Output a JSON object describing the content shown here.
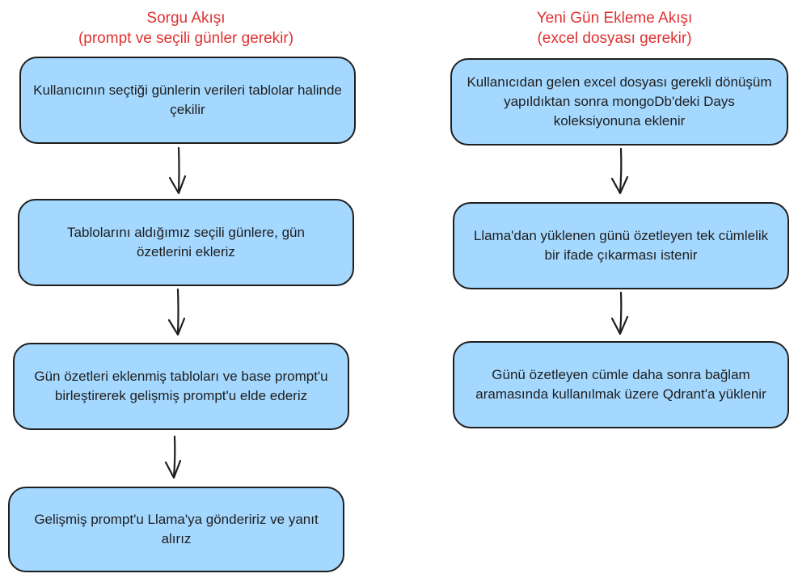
{
  "colors": {
    "heading": "#e03131",
    "box_fill": "#a5d8ff",
    "stroke": "#1e1e1e"
  },
  "left_flow": {
    "title": "Sorgu Akışı",
    "subtitle": "(prompt ve seçili günler gerekir)",
    "steps": [
      "Kullanıcının seçtiği günlerin verileri tablolar halinde çekilir",
      "Tablolarını aldığımız seçili günlere, gün özetlerini ekleriz",
      "Gün özetleri eklenmiş tabloları ve base prompt'u birleştirerek gelişmiş prompt'u elde ederiz",
      "Gelişmiş prompt'u Llama'ya göndeririz ve yanıt alırız"
    ]
  },
  "right_flow": {
    "title": "Yeni Gün Ekleme Akışı",
    "subtitle": "(excel dosyası gerekir)",
    "steps": [
      "Kullanıcıdan gelen excel dosyası gerekli dönüşüm yapıldıktan sonra mongoDb'deki Days koleksiyonuna eklenir",
      "Llama'dan yüklenen günü özetleyen tek cümlelik bir ifade çıkarması istenir",
      "Günü özetleyen cümle daha sonra bağlam aramasında kullanılmak üzere Qdrant'a yüklenir"
    ]
  }
}
